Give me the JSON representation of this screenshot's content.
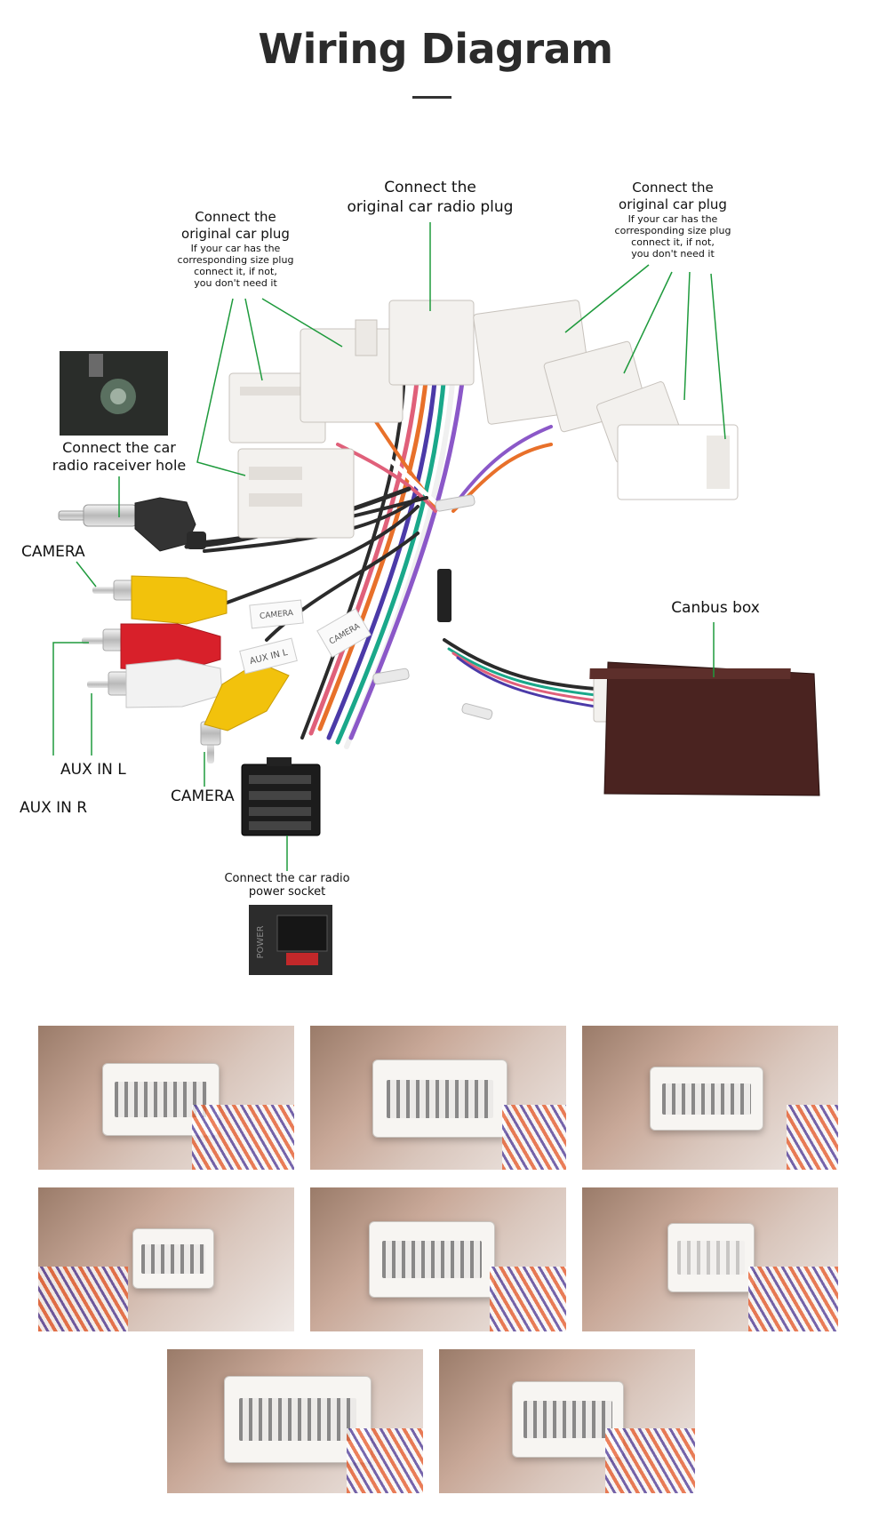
{
  "header": {
    "title": "Wiring Diagram"
  },
  "labels": {
    "plug_left_main": "Connect the\noriginal car plug",
    "plug_left_sub": "If your car has the\ncorresponding size plug\nconnect it, if not,\nyou don't need it",
    "radio_plug": "Connect the\noriginal car radio plug",
    "plug_right_main": "Connect the\noriginal car plug",
    "plug_right_sub": "If your car has the\ncorresponding size plug\nconnect it, if not,\nyou don't need it",
    "antenna": "Connect the  car\nradio raceiver hole",
    "camera_top": "CAMERA",
    "canbus": "Canbus box",
    "aux_l": "AUX IN L",
    "aux_r": "AUX IN R",
    "camera_bottom": "CAMERA",
    "power": "Connect the car radio\npower socket",
    "power_tag": "POWER"
  },
  "cable_tags": [
    "CAMERA",
    "AUX IN L",
    "CAMERA"
  ],
  "photos": [
    {
      "name": "connector-photo-1"
    },
    {
      "name": "connector-photo-2"
    },
    {
      "name": "connector-photo-3"
    },
    {
      "name": "connector-photo-4"
    },
    {
      "name": "connector-photo-5"
    },
    {
      "name": "connector-photo-6"
    },
    {
      "name": "connector-photo-7"
    },
    {
      "name": "connector-photo-8"
    }
  ],
  "colors": {
    "leader": "#1e9a3c",
    "connector": "#f3f1ee",
    "canbus": "#4a2320",
    "rca_yellow": "#f2c20c",
    "rca_red": "#d8202a",
    "rca_white": "#f2f2f2"
  }
}
